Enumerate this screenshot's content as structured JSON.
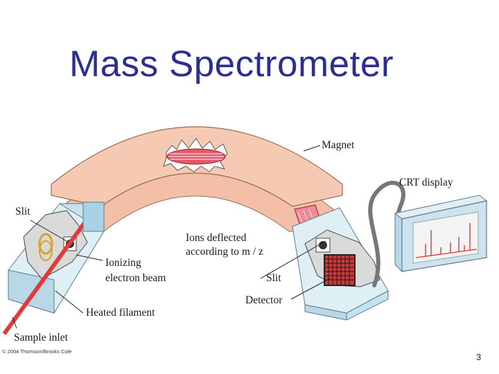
{
  "slide": {
    "title": "Mass Spectrometer",
    "page_number": "3"
  },
  "diagram": {
    "labels": {
      "magnet": "Magnet",
      "crt_display": "CRT display",
      "slit_left": "Slit",
      "ions_deflected_line1": "Ions deflected",
      "ions_deflected_line2": "according to m / z",
      "ionizing_line1": "Ionizing",
      "ionizing_line2": "electron beam",
      "slit_right": "Slit",
      "detector": "Detector",
      "heated_filament": "Heated filament",
      "sample_inlet": "Sample inlet"
    },
    "copyright": "© 2004 Thomson/Brooks Cole"
  },
  "colors": {
    "title": "#2b2f8f",
    "magnet": "#f6c9b3",
    "magnet_edge": "#9a6a55",
    "housing": "#c6e2ef",
    "housing_edge": "#5a7a8a",
    "beam": "#e23a3a",
    "coil": "#d9a227",
    "crt_frame": "#cfe3ee",
    "crt_screen": "#f4f4f4",
    "crt_trace": "#e03030",
    "cable": "#777777"
  }
}
